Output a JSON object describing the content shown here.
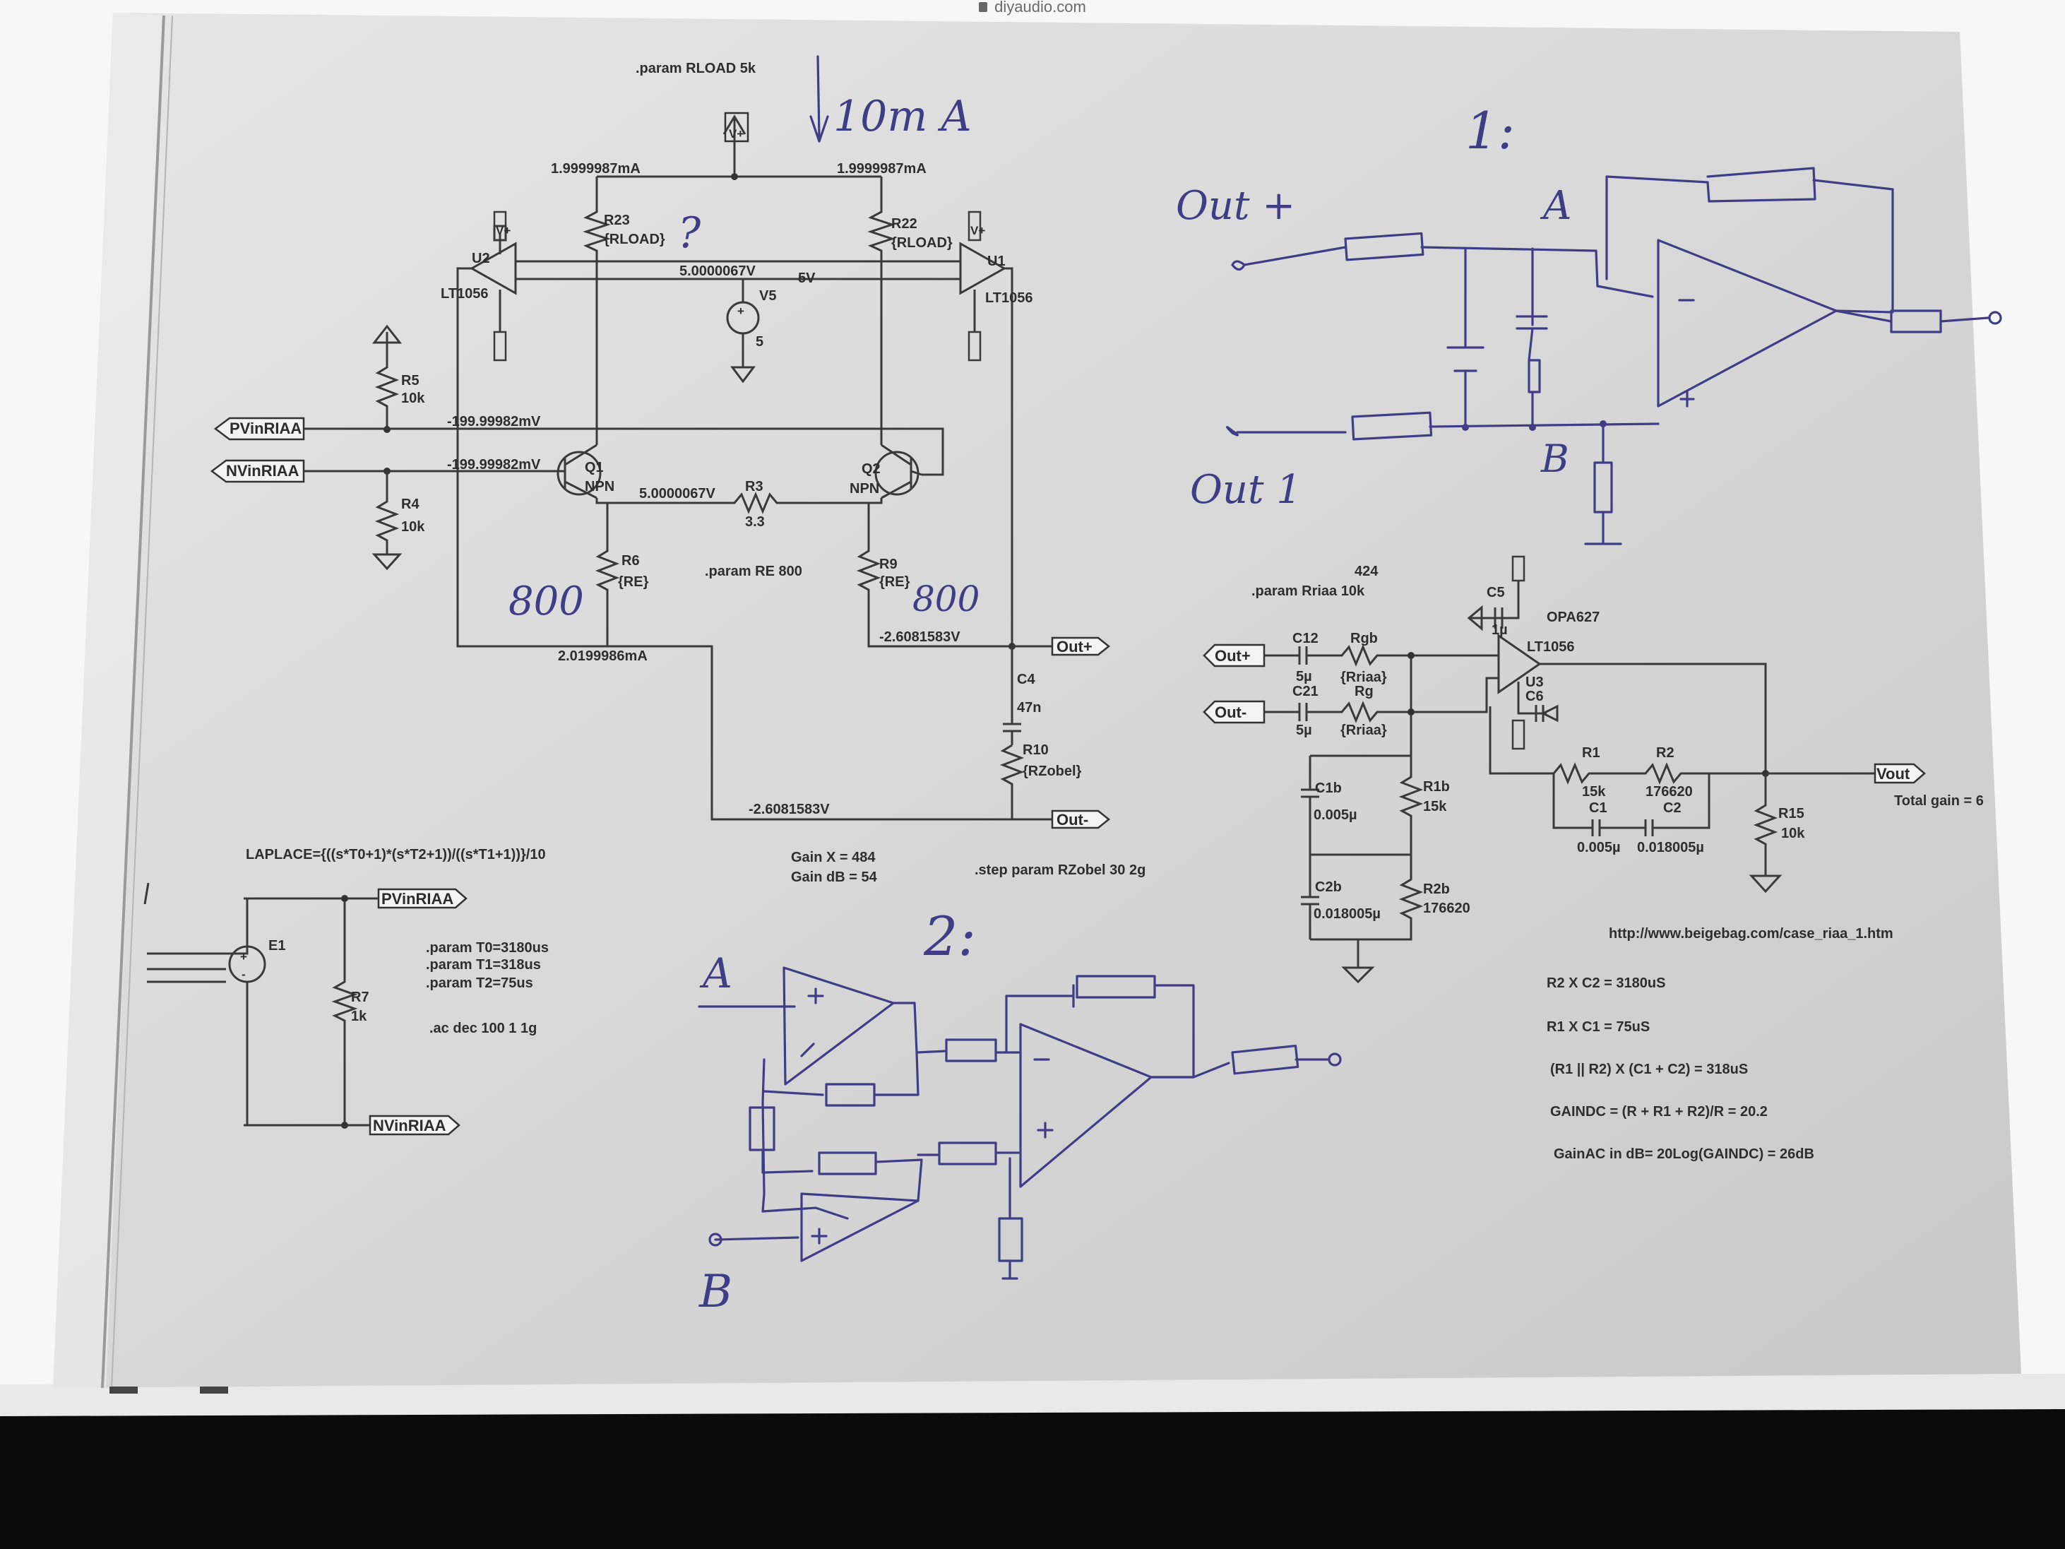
{
  "site": "diyaudio.com",
  "spice": {
    "param_rload": ".param RLOAD 5k",
    "i_left": "1.9999987mA",
    "i_right": "1.9999987mA",
    "r23_name": "R23",
    "r23_val": "{RLOAD}",
    "r22_name": "R22",
    "r22_val": "{RLOAD}",
    "u2_name": "U2",
    "u2_model": "LT1056",
    "u1_name": "U1",
    "u1_model": "LT1056",
    "vbias": "5.0000067V",
    "v5_net": "5V",
    "v5_name": "V5",
    "v5_val": "5",
    "r5_name": "R5",
    "r5_val": "10k",
    "r4_name": "R4",
    "r4_val": "10k",
    "port_pvin": "PVinRIAA",
    "port_nvin": "NVinRIAA",
    "mv_top": "-199.99982mV",
    "mv_bot": "-199.99982mV",
    "q1_name": "Q1",
    "q1_type": "NPN",
    "q2_name": "Q2",
    "q2_type": "NPN",
    "emitter_v": "5.0000067V",
    "r3_name": "R3",
    "r3_val": "3.3",
    "r6_name": "R6",
    "r6_val": "{RE}",
    "r9_name": "R9",
    "r9_val": "{RE}",
    "param_re": ".param RE 800",
    "out_v_top": "-2.6081583V",
    "current_bot": "2.0199986mA",
    "port_outp": "Out+",
    "port_outm": "Out-",
    "c4_name": "C4",
    "c4_val": "47n",
    "r10_name": "R10",
    "r10_val": "{RZobel}",
    "out_v_bot": "-2.6081583V",
    "laplace": "LAPLACE={((s*T0+1)*(s*T2+1))/((s*T1+1))}/10",
    "gain_x": "Gain X = 484",
    "gain_db": "Gain dB = 54",
    "step_param": ".step param RZobel 30 2g",
    "e1_name": "E1",
    "r7_name": "R7",
    "r7_val": "1k",
    "param_t0": ".param T0=3180us",
    "param_t1": ".param T1=318us",
    "param_t2": ".param T2=75us",
    "ac_cmd": ".ac dec 100 1 1g"
  },
  "riaa": {
    "num_424": "424",
    "param_rriaa": ".param Rriaa 10k",
    "c5_name": "C5",
    "c5_val": "1µ",
    "opamp_a": "OPA627",
    "opamp_b": "LT1056",
    "u3_name": "U3",
    "c6_name": "C6",
    "in_outp": "Out+",
    "in_outm": "Out-",
    "c12_name": "C12",
    "c12_val": "5µ",
    "c21_name": "C21",
    "c21_val": "5µ",
    "rgb_name": "Rgb",
    "rgb_val": "{Rriaa}",
    "rg_name": "Rg",
    "rg_val": "{Rriaa}",
    "r1_name": "R1",
    "r1_val": "15k",
    "r2_name": "R2",
    "r2_val": "176620",
    "c1_name": "C1",
    "c1_val": "0.005µ",
    "c2_name": "C2",
    "c2_val": "0.018005µ",
    "vout": "Vout",
    "total_gain": "Total gain = 6",
    "r15_name": "R15",
    "r15_val": "10k",
    "c1b_name": "C1b",
    "c1b_val": "0.005µ",
    "r1b_name": "R1b",
    "r1b_val": "15k",
    "c2b_name": "C2b",
    "c2b_val": "0.018005µ",
    "r2b_name": "R2b",
    "r2b_val": "176620",
    "url": "http://www.beigebag.com/case_riaa_1.htm",
    "eq1": "R2 X C2 = 3180uS",
    "eq2": "R1 X C1 = 75uS",
    "eq3": "(R1 || R2) X (C1 + C2) = 318uS",
    "eq4": "GAINDC = (R + R1 + R2)/R = 20.2",
    "eq5": "GainAC in dB= 20Log(GAINDC) = 26dB"
  },
  "handwriting": {
    "current": "10m A",
    "question": "?",
    "re_left": "800",
    "re_right": "800",
    "label_1": "1:",
    "out_plus": "Out +",
    "out_minus": "Out 1",
    "node_a": "A",
    "node_b": "B",
    "label_2": "2:",
    "node_a2": "A",
    "node_b2": "B"
  },
  "colors": {
    "paper": "#d9d9d9",
    "ink": "#3f3d86",
    "background_bottom": "#0a0a0a"
  }
}
